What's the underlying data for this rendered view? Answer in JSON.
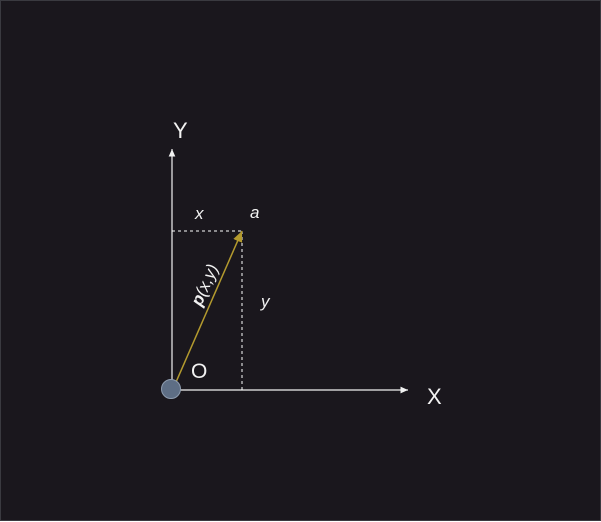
{
  "diagram": {
    "axis_x_label": "X",
    "axis_y_label": "Y",
    "origin_label": "O",
    "x_component_label": "x",
    "y_component_label": "y",
    "point_label": "a",
    "vector_label_bold": "p",
    "vector_label_args": "(x,y)",
    "colors": {
      "background": "#1a171d",
      "axes": "#f2f2f2",
      "vector": "#b39a2e",
      "origin_dot": "#5e6e85",
      "dashed": "#ffffff"
    }
  }
}
